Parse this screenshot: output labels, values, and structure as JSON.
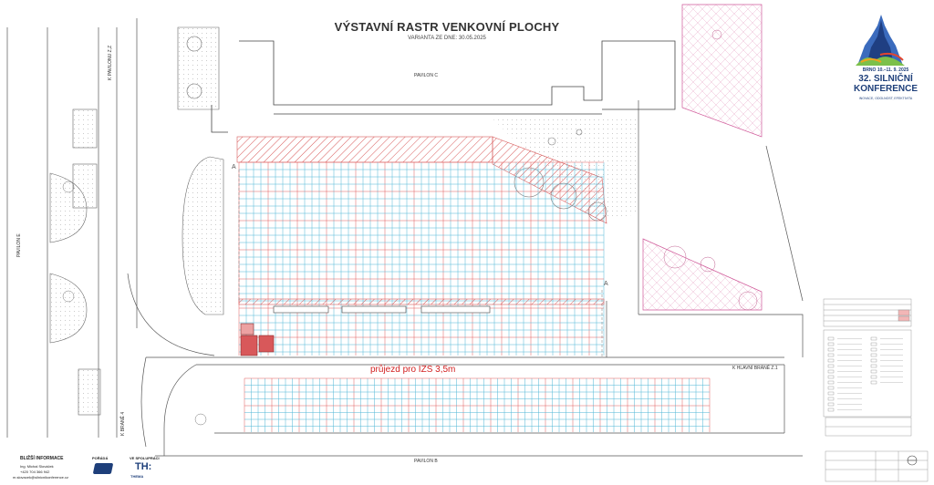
{
  "header": {
    "title": "VÝSTAVNÍ RASTR VENKOVNÍ PLOCHY",
    "subtitle": "VARIANTA ZE DNE: 30.05.2025"
  },
  "labels": {
    "pavilion_c": "PAVILON C",
    "pavilion_b": "PAVILON B",
    "pavilion_e": "PAVILON E",
    "street_top": "K PAVILONU Z,Z",
    "street_left": "K BRANĚ 4",
    "street_main": "K HLAVNÍ BRÁNĚ Z.1",
    "passage": "průjezd pro IZS 3,5m",
    "mark_a": "A"
  },
  "logo": {
    "dates": "BRNO 10.–11. 9. 2025",
    "line1": "32. SILNIČNÍ",
    "line2": "KONFERENCE",
    "tagline": "INOVACE, ODOLNOST, EFEKTIVITA"
  },
  "footer": {
    "info_title": "BLIŽŠÍ INFORMACE",
    "info_name": "Ing. Michal Slováček",
    "info_phone": "+420 704 366 942",
    "info_email": "m.slovacek@silnicnikonference.cz",
    "organizer": "POŘÁDÁ",
    "cooperation": "VE SPOLUPRÁCI",
    "partner_mark": "TH:",
    "partner_name": "THEMA"
  },
  "colors": {
    "grid_blue": "#4fb6d6",
    "grid_red": "#e05a5a",
    "hatch_red": "#d85a5a",
    "booth_fill": "#d8585a",
    "pink": "#d05a9a",
    "line": "#333333",
    "logo_blue": "#1e3f7a"
  }
}
